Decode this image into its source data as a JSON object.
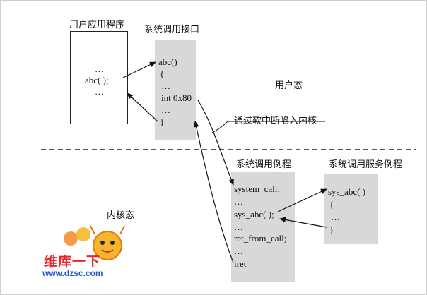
{
  "user_program": {
    "title": "用户应用程序",
    "lines": [
      "…",
      "abc( );",
      "…"
    ]
  },
  "syscall_interface": {
    "title": "系统调用接口",
    "lines": [
      "abc()",
      "{",
      "…",
      "int 0x80",
      "…",
      "}"
    ]
  },
  "user_mode_label": "用户态",
  "trap_note": "通过软中断陷入内核",
  "kernel_mode_label": "内核态",
  "syscall_routine": {
    "title": "系统调用例程",
    "lines": [
      "system_call:",
      "…",
      "sys_abc( );",
      "…",
      "ret_from_call;",
      "…",
      "iret"
    ]
  },
  "service_routine": {
    "title": "系统调用服务例程",
    "lines": [
      "sys_abc( )",
      "{",
      "…",
      "}"
    ]
  },
  "watermark": {
    "mid_text": "维库一下",
    "url": "www.dzsc.com"
  },
  "colors": {
    "shade": "#d8d8d8",
    "line": "#111111",
    "watermark_red": "#e8262b",
    "watermark_blue": "#2258c4"
  }
}
